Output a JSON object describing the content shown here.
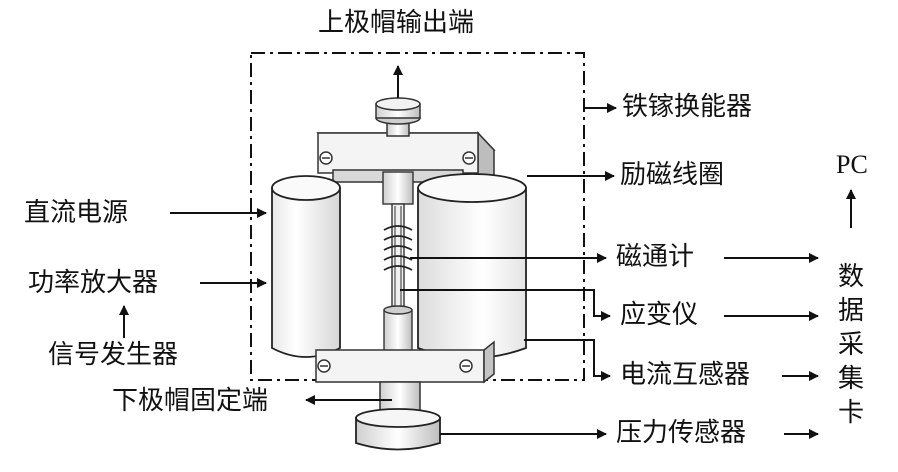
{
  "labels": {
    "top_output": "上极帽输出端",
    "transducer": "铁镓换能器",
    "excitation_coil": "励磁线圈",
    "dc_power": "直流电源",
    "power_amp": "功率放大器",
    "signal_gen": "信号发生器",
    "bottom_fixed": "下极帽固定端",
    "fluxmeter": "磁通计",
    "strain_gauge": "应变仪",
    "current_transformer": "电流互感器",
    "pressure_sensor": "压力传感器",
    "pc": "PC",
    "daq_chars": [
      "数",
      "据",
      "采",
      "集",
      "卡"
    ]
  }
}
